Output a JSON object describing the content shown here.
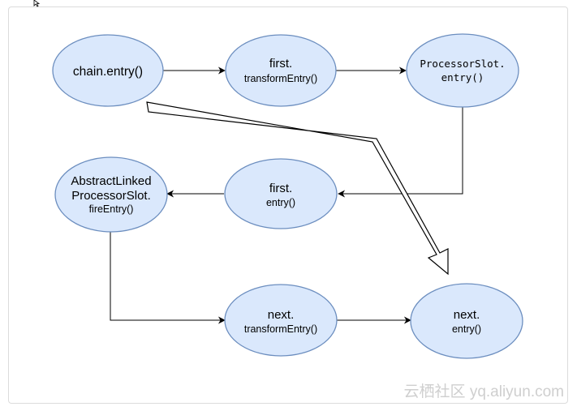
{
  "diagram": {
    "nodes": {
      "chain_entry": {
        "line1": "chain.entry()"
      },
      "first_transform": {
        "line1": "first.",
        "line2": "transformEntry()"
      },
      "processor_slot": {
        "line1": "ProcessorSlot.",
        "line2": "entry()"
      },
      "first_entry": {
        "line1": "first.",
        "line2": "entry()"
      },
      "abstract_linked": {
        "line1": "AbstractLinked",
        "line2": "ProcessorSlot.",
        "line3": "fireEntry()"
      },
      "next_transform": {
        "line1": "next.",
        "line2": "transformEntry()"
      },
      "next_entry": {
        "line1": "next.",
        "line2": "entry()"
      }
    },
    "colors": {
      "node_fill": "#dae8fc",
      "node_stroke": "#6c8ebf",
      "edge": "#000000"
    }
  },
  "watermark": {
    "text": "云栖社区 yq.aliyun.com"
  }
}
